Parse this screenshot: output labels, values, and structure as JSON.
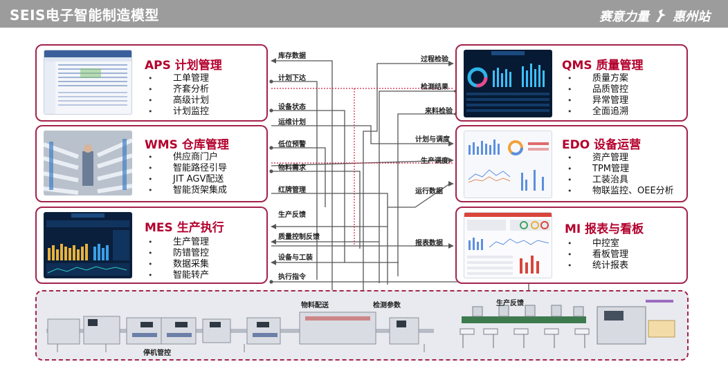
{
  "header": {
    "title": "SEIS电子智能制造模型",
    "brand_left": "赛意力量",
    "brand_right": "惠州站"
  },
  "panels": {
    "aps": {
      "title": "APS  计划管理",
      "items": [
        "工单管理",
        "齐套分析",
        "高级计划",
        "计划监控"
      ]
    },
    "wms": {
      "title": "WMS  仓库管理",
      "items": [
        "供应商门户",
        "智能路径引导",
        "JIT AGV配送",
        "智能货架集成"
      ]
    },
    "mes": {
      "title": "MES  生产执行",
      "items": [
        "生产管理",
        "防错管控",
        "数据采集",
        "智能转产"
      ]
    },
    "qms": {
      "title": "QMS  质量管理",
      "items": [
        "质量方案",
        "品质管控",
        "异常管理",
        "全面追溯"
      ]
    },
    "edo": {
      "title": "EDO  设备运营",
      "items": [
        "资产管理",
        "TPM管理",
        "工装治具",
        "物联监控、OEE分析"
      ]
    },
    "mi": {
      "title": "MI  报表与看板",
      "items": [
        "中控室",
        "看板管理",
        "统计报表"
      ]
    }
  },
  "flows": {
    "left": [
      "库存数据",
      "计划下达",
      "设备状态",
      "运维计划",
      "低位预警",
      "物料需求",
      "红牌管理",
      "生产反馈",
      "质量控制反馈",
      "设备与工装",
      "执行指令"
    ],
    "right": [
      "过程检验",
      "检测结果",
      "来料检验",
      "计划与调度",
      "生产调度",
      "运行数据",
      "报表数据"
    ],
    "factory": [
      "物料配送",
      "检测参数",
      "生产反馈",
      "停机管控"
    ]
  },
  "colors": {
    "accent": "#a3224a",
    "title_red": "#b3002d",
    "header_gray": "#9c9c9c",
    "arrow": "#555555",
    "dotted": "#cc2244"
  }
}
